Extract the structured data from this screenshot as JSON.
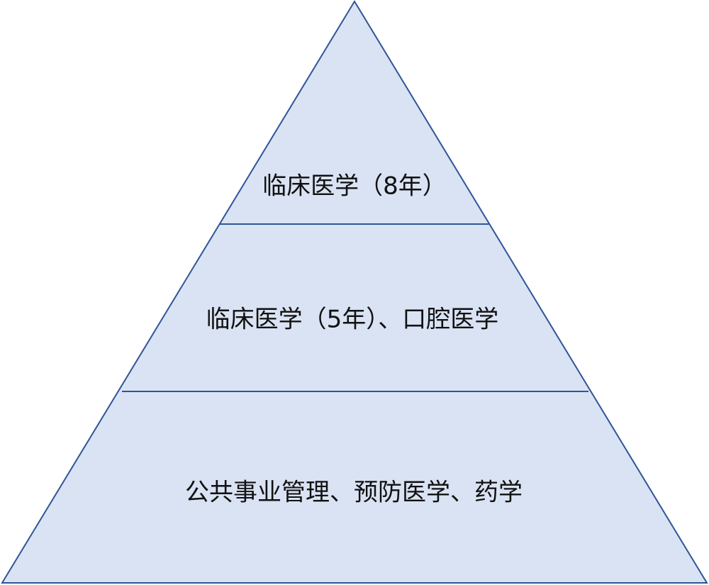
{
  "diagram": {
    "type": "pyramid",
    "colors": {
      "fill": "#dae3f3",
      "stroke": "#2f5597",
      "text": "#111111"
    },
    "tiers": [
      {
        "label": "临床医学（8年）"
      },
      {
        "label": "临床医学（5年）、口腔医学"
      },
      {
        "label": "公共事业管理、预防医学、药学"
      }
    ]
  }
}
